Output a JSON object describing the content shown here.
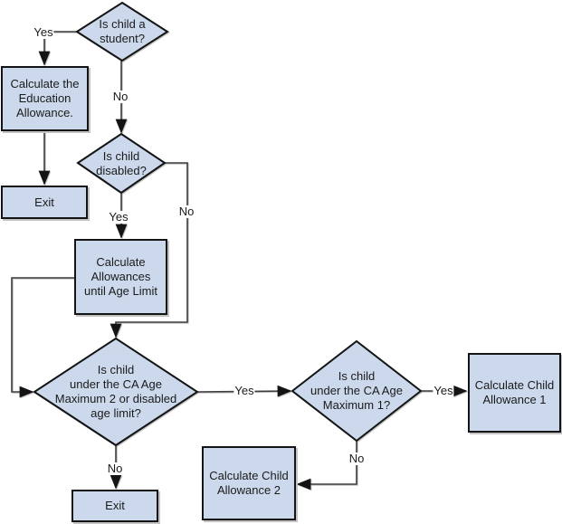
{
  "diagram": {
    "type": "flowchart",
    "nodes": {
      "is_child_student": {
        "shape": "decision",
        "lines": [
          "Is child a",
          "student?"
        ]
      },
      "calc_education": {
        "shape": "process",
        "lines": [
          "Calculate the",
          "Education",
          "Allowance."
        ]
      },
      "exit_top": {
        "shape": "process",
        "lines": [
          "Exit"
        ]
      },
      "is_child_disabled": {
        "shape": "decision",
        "lines": [
          "Is child",
          "disabled?"
        ]
      },
      "calc_allowances": {
        "shape": "process",
        "lines": [
          "Calculate",
          "Allowances",
          "until Age Limit"
        ]
      },
      "is_under_ca_max2": {
        "shape": "decision",
        "lines": [
          "Is child",
          "under the CA Age",
          "Maximum 2 or disabled",
          "age limit?"
        ]
      },
      "is_under_ca_max1": {
        "shape": "decision",
        "lines": [
          "Is child",
          "under the CA Age",
          "Maximum 1?"
        ]
      },
      "calc_child_allowance1": {
        "shape": "process",
        "lines": [
          "Calculate Child",
          "Allowance 1"
        ]
      },
      "calc_child_allowance2": {
        "shape": "process",
        "lines": [
          "Calculate Child",
          "Allowance 2"
        ]
      },
      "exit_bottom": {
        "shape": "process",
        "lines": [
          "Exit"
        ]
      }
    },
    "edges": {
      "student_yes": {
        "label": "Yes"
      },
      "student_no": {
        "label": "No"
      },
      "disabled_yes": {
        "label": "Yes"
      },
      "disabled_no": {
        "label": "No"
      },
      "ca2_yes": {
        "label": "Yes"
      },
      "ca2_no": {
        "label": "No"
      },
      "ca1_yes": {
        "label": "Yes"
      },
      "ca1_no": {
        "label": "No"
      }
    },
    "colors": {
      "node_fill": "#ccd9ec",
      "node_border": "#141414",
      "connector": "#3d3d3d",
      "text": "#1a1a1a",
      "background": "#ffffff"
    }
  }
}
